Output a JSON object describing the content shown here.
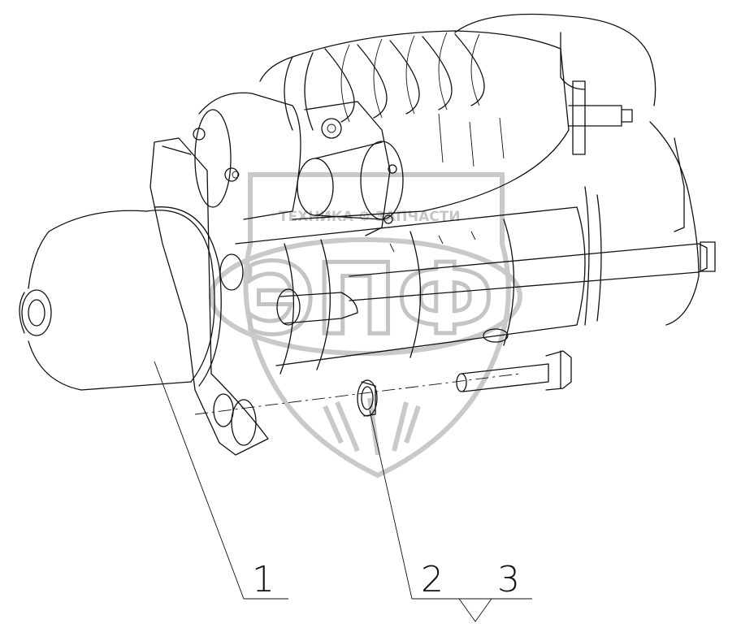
{
  "watermark": {
    "top_text": "ТЕХНИКА ⚙ ЗАПЧАСТИ",
    "logo_text": "ЭПФ"
  },
  "callouts": [
    {
      "id": "1",
      "label": "1"
    },
    {
      "id": "2",
      "label": "2"
    },
    {
      "id": "3",
      "label": "3"
    }
  ]
}
